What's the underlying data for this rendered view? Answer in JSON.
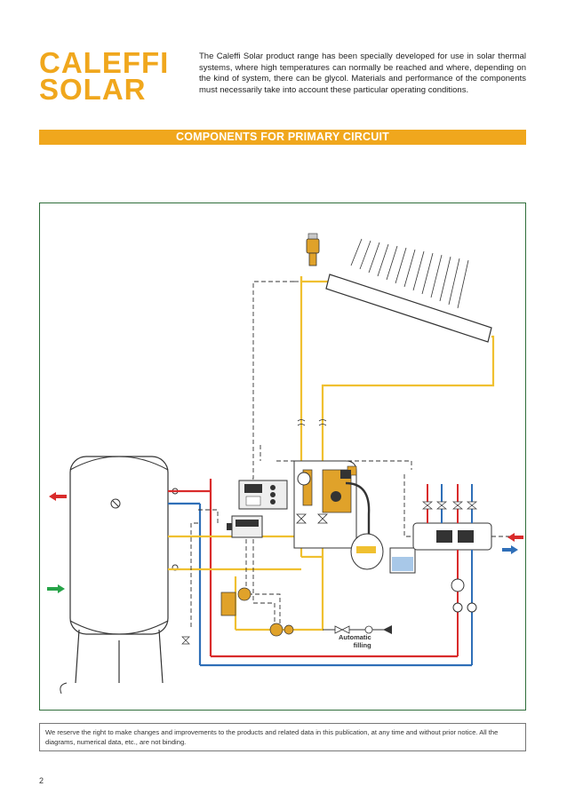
{
  "logo": {
    "line1": "CALEFFI",
    "line2": "SOLAR"
  },
  "intro_text": "The Caleffi Solar product range has been specially developed for use in solar thermal systems, where high temperatures can normally be reached and where, depending on the kind of system, there can be glycol. Materials and performance of the components must necessarily take into account these particular operating conditions.",
  "section_title": "COMPONENTS FOR PRIMARY CIRCUIT",
  "diagram": {
    "automatic_filling_label": "Automatic\nfilling",
    "colors": {
      "frame": "#2f6e3a",
      "solar_pipe": "#f0c030",
      "hot_pipe": "#d92b2b",
      "cold_pipe": "#2f6fb8",
      "hot_arrow": "#d92b2b",
      "cold_arrow": "#2f6fb8",
      "green_arrow": "#26a348",
      "brass": "#e0a22a"
    }
  },
  "disclaimer": "We reserve the right to make changes and improvements to the products and related data in this publication, at any time and without prior notice. All the diagrams, numerical data, etc., are not binding.",
  "page_number": "2"
}
